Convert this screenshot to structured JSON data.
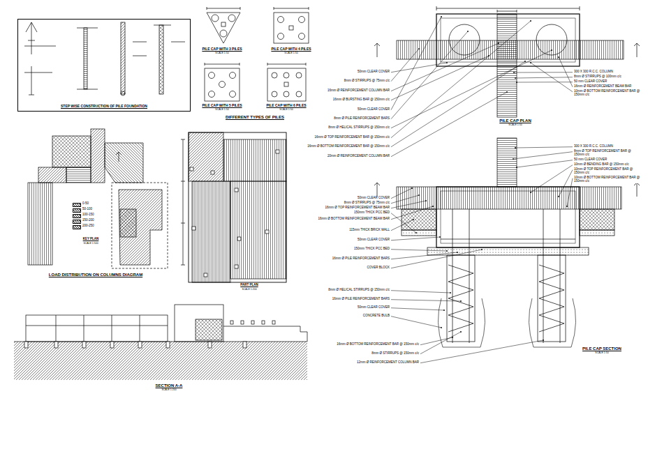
{
  "diagram": {
    "nodes": [
      {
        "text": [
          "STEP WISE CONSTRUCTION OF PILE FOUNDATION"
        ]
      }
    ],
    "labels": [
      "PILE CAP WITH 3 PILES",
      "SCALE 1:50",
      "PILE CAP WITH 4 PILES",
      "SCALE 1:50",
      "PILE CAP WITH 5 PILES",
      "SCALE 1:50",
      "PILE CAP WITH 6 PILES",
      "SCALE 1:50",
      "DIFFERENT TYPES OF PILES",
      "KEY PLAN",
      "SCALE 1:500",
      "LOAD DISTRIBUTION ON COLUMNS DIAGRAM",
      "PART PLAN",
      "SCALE 1:200",
      "SECTION A-A",
      "SCALE 1:200",
      "PILE CAP PLAN",
      "SCALE 1:50",
      "PILE CAP SECTION",
      "SCALE 1:50",
      "50mm CLEAR COVER",
      "8mm Ø STIRRUPS @ 75mm c/c",
      "16mm Ø REINFORCEMENT COLUMN BAR",
      "16mm Ø BURSTING BAR @ 150mm c/c",
      "50mm CLEAR COVER",
      "8mm Ø PILE REINFORCEMENT BARS",
      "8mm Ø HELICAL STIRRUPS @ 150mm c/c",
      "16mm Ø TOP REINFORCEMENT BAR @ 150mm c/c",
      "16mm Ø BOTTOM REINFORCEMENT BAR @ 150mm c/c",
      "20mm Ø REINFORCEMENT COLUMN BAR",
      "300 X 300 R.C.C. COLUMN",
      "8mm Ø STIRRUPS @ 100mm c/c",
      "50 mm CLEAR COVER",
      "16mm Ø REINFORCEMENT BEAM BAR",
      "10mm Ø BOTTOM REINFORCEMENT BAR @ 150mm c/c",
      "300 X 300 R.C.C. COLUMN",
      "8mm Ø TOP REINFORCEMENT BAR @ 150mm c/c",
      "50 mm CLEAR COVER",
      "10mm Ø BENDING BAR @ 150mm c/c",
      "10mm Ø TOP REINFORCEMENT BAR @ 150mm c/c",
      "10mm Ø BOTTOM REINFORCEMENT BAR @ 150mm c/c",
      "50mm CLEAR COVER",
      "8mm Ø STIRRUPS @ 75mm c/c",
      "16mm Ø TOP REINFORCEMENT BEAM BAR",
      "150mm THICK PCC BED",
      "16mm Ø BOTTOM REINFORCEMENT BEAM BAR",
      "115mm THICK BRICK WALL",
      "50mm CLEAR COVER",
      "150mm THICK PCC BED",
      "16mm Ø PILE REINFORCEMENT BARS",
      "COVER BLOCK",
      "8mm Ø HELICAL STIRRUPS @ 150mm c/c",
      "16mm Ø PILE REINFORCEMENT BARS",
      "50mm CLEAR COVER",
      "CONCRETE BULB",
      "16mm Ø BOTTOM REINFORCEMENT BAR @ 150mm c/c",
      "8mm Ø STIRRUPS @ 150mm c/c",
      "12mm Ø REINFORCEMENT COLUMN BAR"
    ],
    "legend": [
      {
        "text": "0-50"
      },
      {
        "text": "50-100"
      },
      {
        "text": "100-150"
      },
      {
        "text": "150-200"
      },
      {
        "text": "200-250"
      }
    ]
  }
}
